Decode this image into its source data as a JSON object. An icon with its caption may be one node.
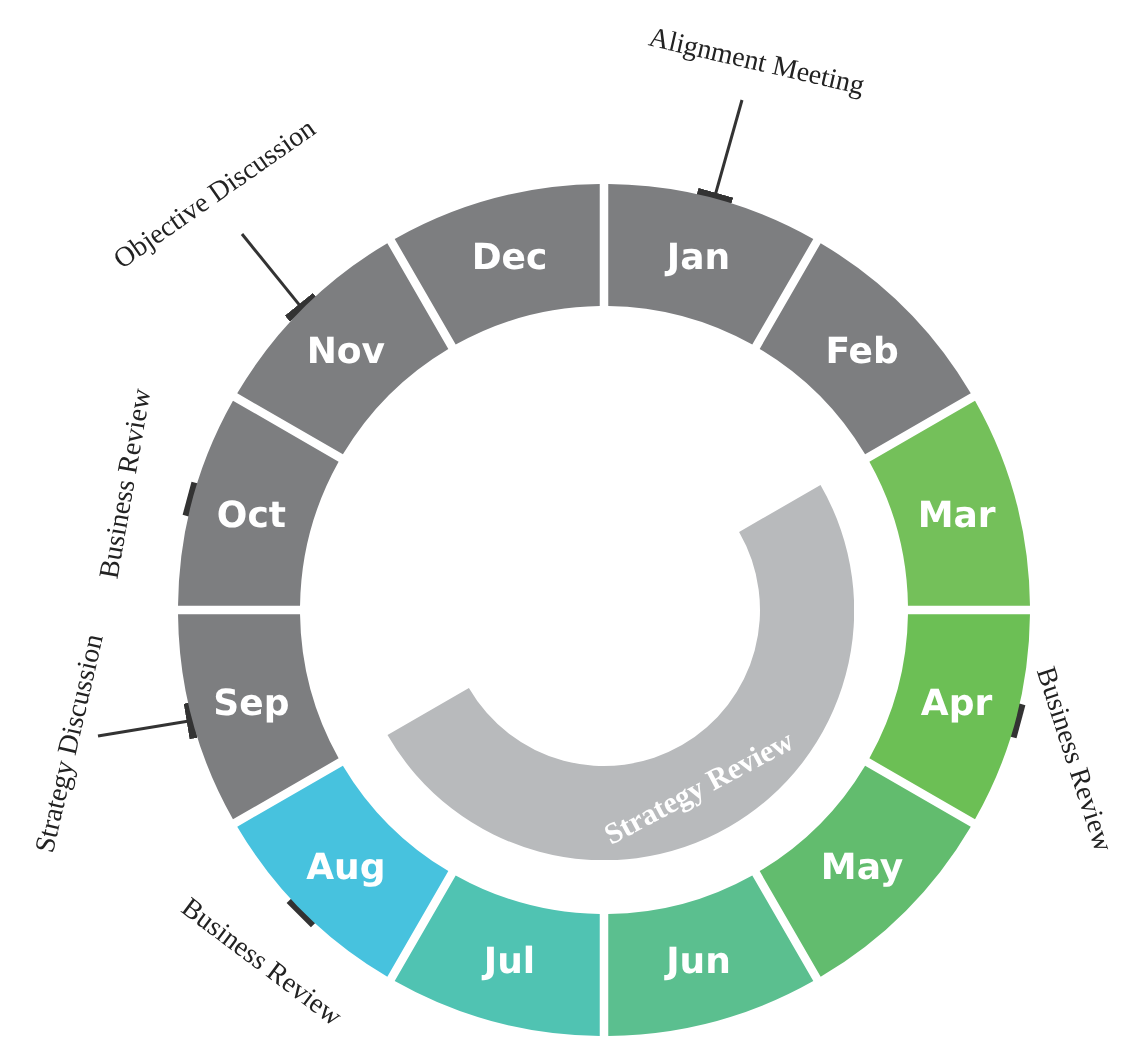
{
  "diagram": {
    "nodes": [
      {
        "text": [
          "Jan"
        ]
      },
      {
        "text": [
          "Feb"
        ]
      },
      {
        "text": [
          "Mar"
        ]
      },
      {
        "text": [
          "Apr"
        ]
      },
      {
        "text": [
          "May"
        ]
      },
      {
        "text": [
          "Jun"
        ]
      },
      {
        "text": [
          "Jul"
        ]
      },
      {
        "text": [
          "Aug"
        ]
      },
      {
        "text": [
          "Sep"
        ]
      },
      {
        "text": [
          "Oct"
        ]
      },
      {
        "text": [
          "Nov"
        ]
      },
      {
        "text": [
          "Dec"
        ]
      },
      {
        "text": [
          "Strategy Review"
        ]
      },
      {
        "text": [
          "Alignment Meeting"
        ]
      },
      {
        "text": [
          "Objective Discussion"
        ]
      },
      {
        "text": [
          "Strategy Discussion"
        ]
      }
    ],
    "edges": [
      {
        "from": 13,
        "to": 0,
        "arrow": "other"
      },
      {
        "from": 14,
        "to": 10,
        "arrow": "other"
      },
      {
        "from": 15,
        "to": 8,
        "arrow": "other"
      }
    ],
    "labels": [
      "Business Review",
      "Business Review",
      "Business Review"
    ]
  }
}
